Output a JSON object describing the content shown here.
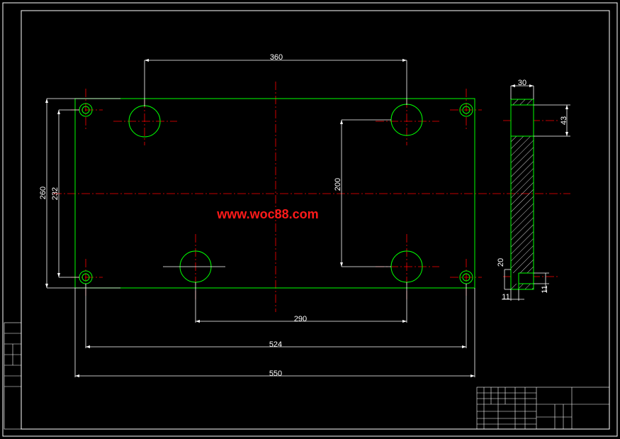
{
  "drawing": {
    "colors": {
      "background": "#000000",
      "border": "#ffffff",
      "outline": "#00ff00",
      "centerline": "#ff0000",
      "dimension": "#ffffff",
      "watermark": "#ff1a1a"
    },
    "dimensions": {
      "d360": "360",
      "d30": "30",
      "d43": "43",
      "d260": "260",
      "d232": "232",
      "d200": "200",
      "d20": "20",
      "d11a": "11",
      "d11b": "11",
      "d290": "290",
      "d524": "524",
      "d550": "550"
    },
    "watermark": "www.woc88.com"
  }
}
